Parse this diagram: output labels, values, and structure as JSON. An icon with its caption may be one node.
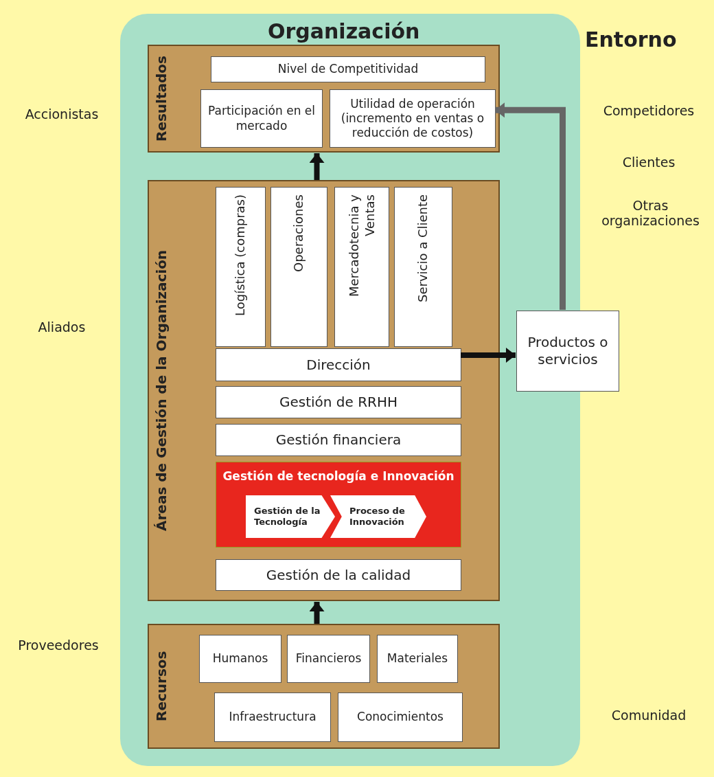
{
  "diagram": {
    "nodes": [
      {
        "text": [
          "Entorno"
        ]
      },
      {
        "text": [
          "Organización"
        ],
        "in": 0
      },
      {
        "text": [
          "Resultados"
        ],
        "in": 1
      },
      {
        "text": [
          "Nivel de Competitividad"
        ],
        "in": 2
      },
      {
        "text": [
          "Participación en el mercado"
        ],
        "in": 2
      },
      {
        "text": [
          "Utilidad de operación (incremento en ventas o reducción de costos)"
        ],
        "in": 2
      },
      {
        "text": [
          "Áreas de Gestión de la Organización"
        ],
        "in": 1
      },
      {
        "text": [
          "Logística (compras)"
        ],
        "in": 6
      },
      {
        "text": [
          "Operaciones"
        ],
        "in": 6
      },
      {
        "text": [
          "Mercadotecnia y Ventas"
        ],
        "in": 6
      },
      {
        "text": [
          "Servicio a Cliente"
        ],
        "in": 6
      },
      {
        "text": [
          "Dirección"
        ],
        "in": 6
      },
      {
        "text": [
          "Gestión de RRHH"
        ],
        "in": 6
      },
      {
        "text": [
          "Gestión financiera"
        ],
        "in": 6
      },
      {
        "text": [
          "Gestión de tecnología e Innovación"
        ],
        "in": 6
      },
      {
        "text": [
          "Gestión de la Tecnología"
        ],
        "in": 14
      },
      {
        "text": [
          "Proceso de Innovación"
        ],
        "in": 14
      },
      {
        "text": [
          "Gestión de la calidad"
        ],
        "in": 6
      },
      {
        "text": [
          "Recursos"
        ],
        "in": 1
      },
      {
        "text": [
          "Humanos"
        ],
        "in": 18
      },
      {
        "text": [
          "Financieros"
        ],
        "in": 18
      },
      {
        "text": [
          "Materiales"
        ],
        "in": 18
      },
      {
        "text": [
          "Infraestructura"
        ],
        "in": 18
      },
      {
        "text": [
          "Conocimientos"
        ],
        "in": 18
      },
      {
        "text": [
          "Productos o servicios"
        ],
        "in": 0
      }
    ],
    "edges": [
      {
        "from": 6,
        "to": 2,
        "arrow": "to"
      },
      {
        "from": 18,
        "to": 6,
        "arrow": "to"
      },
      {
        "from": 11,
        "to": 24,
        "arrow": "to"
      },
      {
        "from": 24,
        "to": 5,
        "arrow": "to",
        "color": "#666666"
      }
    ],
    "labels": [
      "Accionistas",
      "Competidores",
      "Clientes",
      "Otras organizaciones",
      "Aliados",
      "Proveedores",
      "Comunidad"
    ]
  }
}
